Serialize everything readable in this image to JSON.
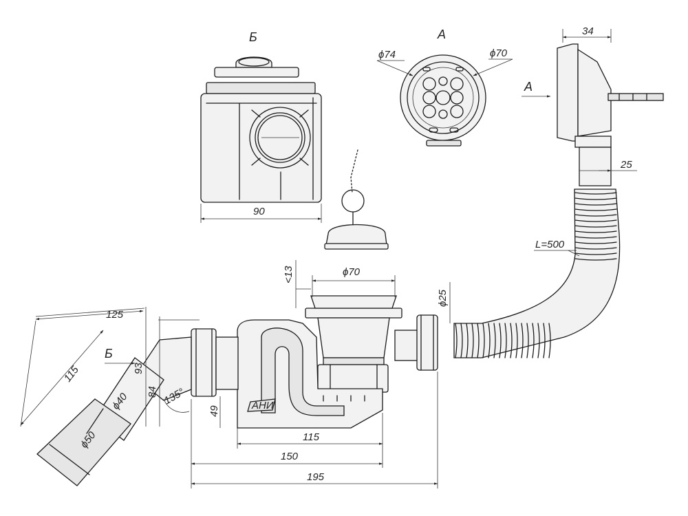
{
  "views": {
    "view_b_label": "Б",
    "view_a_label": "А",
    "arrow_a_label": "А",
    "arrow_b_label": "Б"
  },
  "dimensions": {
    "d90": "90",
    "d74": "ϕ74",
    "d70_top": "ϕ70",
    "d34": "34",
    "d25": "25",
    "dL500": "L=500",
    "d13": "<13",
    "d70_mid": "ϕ70",
    "d25_side": "ϕ25",
    "d125": "125",
    "d115_diag": "115",
    "d93": "93",
    "d84": "84",
    "d135": "135°",
    "d40": "ϕ40",
    "d50": "ϕ50",
    "d49": "49",
    "d115": "115",
    "d150": "150",
    "d195": "195"
  },
  "logo_text": "АНИ"
}
